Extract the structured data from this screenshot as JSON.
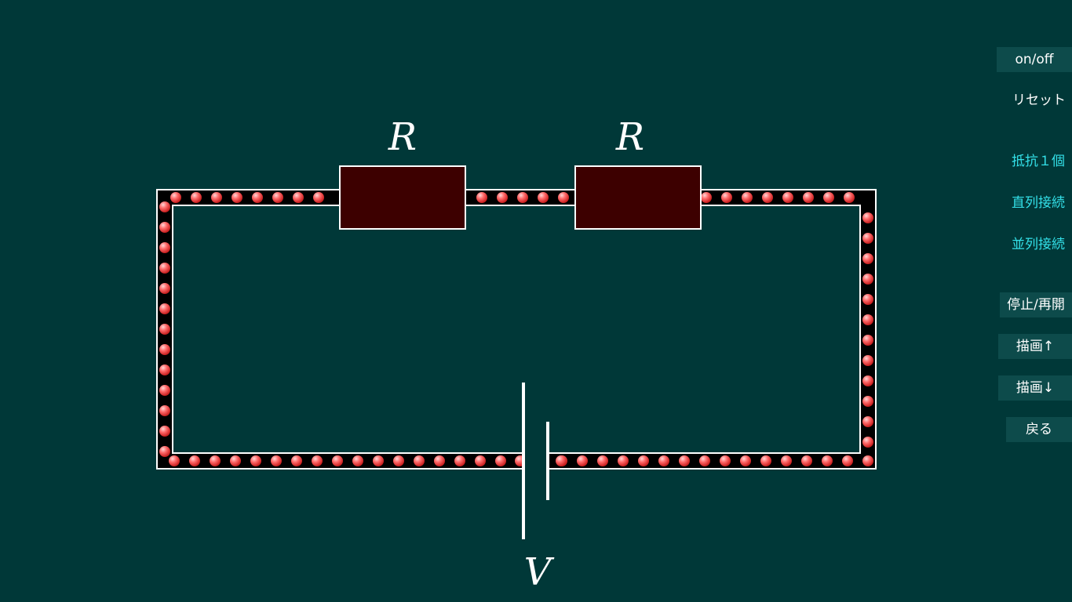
{
  "circuit": {
    "resistor_labels": [
      "R",
      "R"
    ],
    "battery_label": "V",
    "electron_color": "#ff5a5a",
    "wire_color": "#000000",
    "wire_border_color": "#ffffff",
    "resistor_color": "#3d0000"
  },
  "menu": {
    "on_off": "on/off",
    "reset": "リセット",
    "one_resistor": "抵抗１個",
    "series": "直列接続",
    "parallel": "並列接続",
    "pause_resume": "停止/再開",
    "draw_up": "描画↑",
    "draw_down": "描画↓",
    "back": "戻る"
  },
  "colors": {
    "background": "#003838",
    "button_bg": "#0d4b4b",
    "highlight_text": "#33e0e8"
  }
}
